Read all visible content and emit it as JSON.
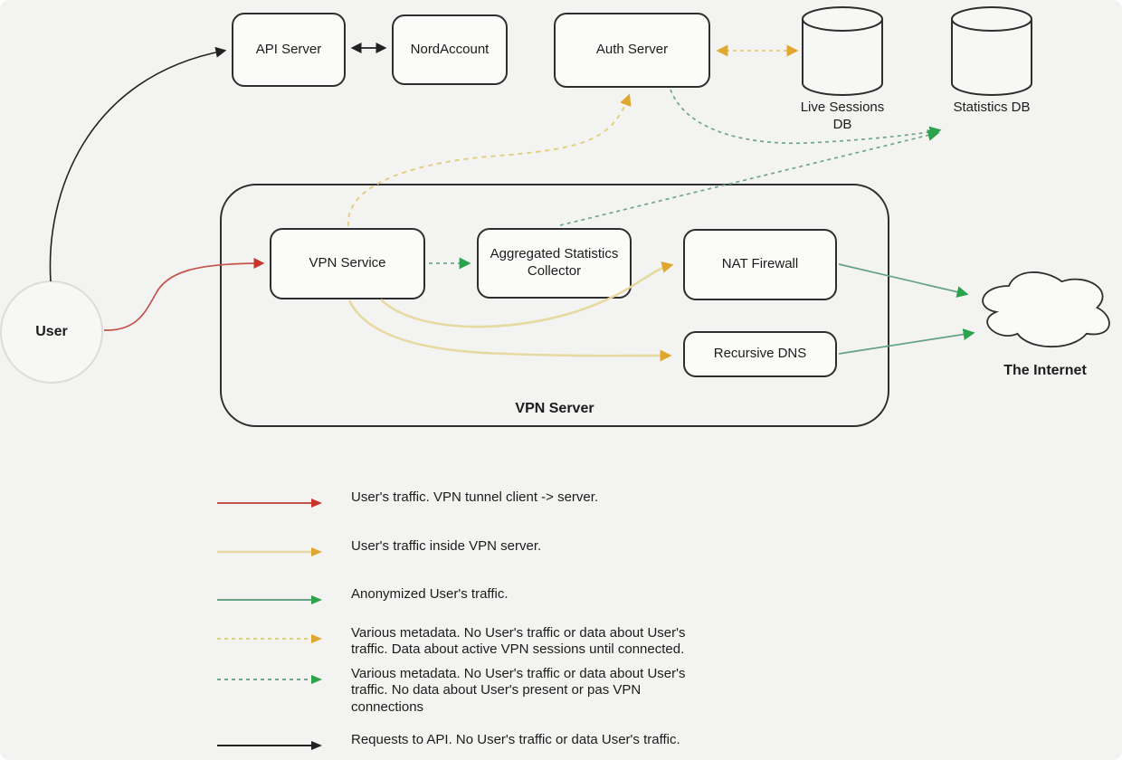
{
  "diagram": {
    "nodes": {
      "api_server": "API Server",
      "nord_account": "NordAccount",
      "auth_server": "Auth Server",
      "live_sessions_db": "Live Sessions DB",
      "statistics_db": "Statistics DB",
      "user": "User",
      "vpn_server": "VPN Server",
      "vpn_service": "VPN Service",
      "agg_stats_collector": "Aggregated Statistics Collector",
      "nat_firewall": "NAT Firewall",
      "recursive_dns": "Recursive DNS",
      "internet": "The Internet"
    }
  },
  "colors": {
    "black": "#222222",
    "red_line": "#c5534b",
    "red_head": "#c9352b",
    "yellow_solid_line": "#e8d9a2",
    "yellow_dash_line": "#e3cd7d",
    "gold_head": "#dfa72e",
    "green_line": "#64a284",
    "green_dash_line": "#6fa690",
    "green_head": "#2ba24c",
    "box_border": "#2e2e2e",
    "background": "#f3f3f1"
  },
  "legend": {
    "items": [
      {
        "style": "solid",
        "color": "red",
        "label": "User's traffic. VPN tunnel client -> server."
      },
      {
        "style": "solid",
        "color": "yellow",
        "label": "User's traffic inside VPN server."
      },
      {
        "style": "solid",
        "color": "green",
        "label": "Anonymized User's traffic."
      },
      {
        "style": "dashed",
        "color": "yellow",
        "label": "Various metadata. No User's traffic or data about User's\ntraffic. Data about active VPN sessions until connected."
      },
      {
        "style": "dashed",
        "color": "green",
        "label": "Various metadata. No User's traffic or data about User's\ntraffic. No data about User's present or pas VPN\nconnections"
      },
      {
        "style": "solid",
        "color": "black",
        "label": "Requests to API. No User's traffic or data User's traffic."
      }
    ]
  }
}
